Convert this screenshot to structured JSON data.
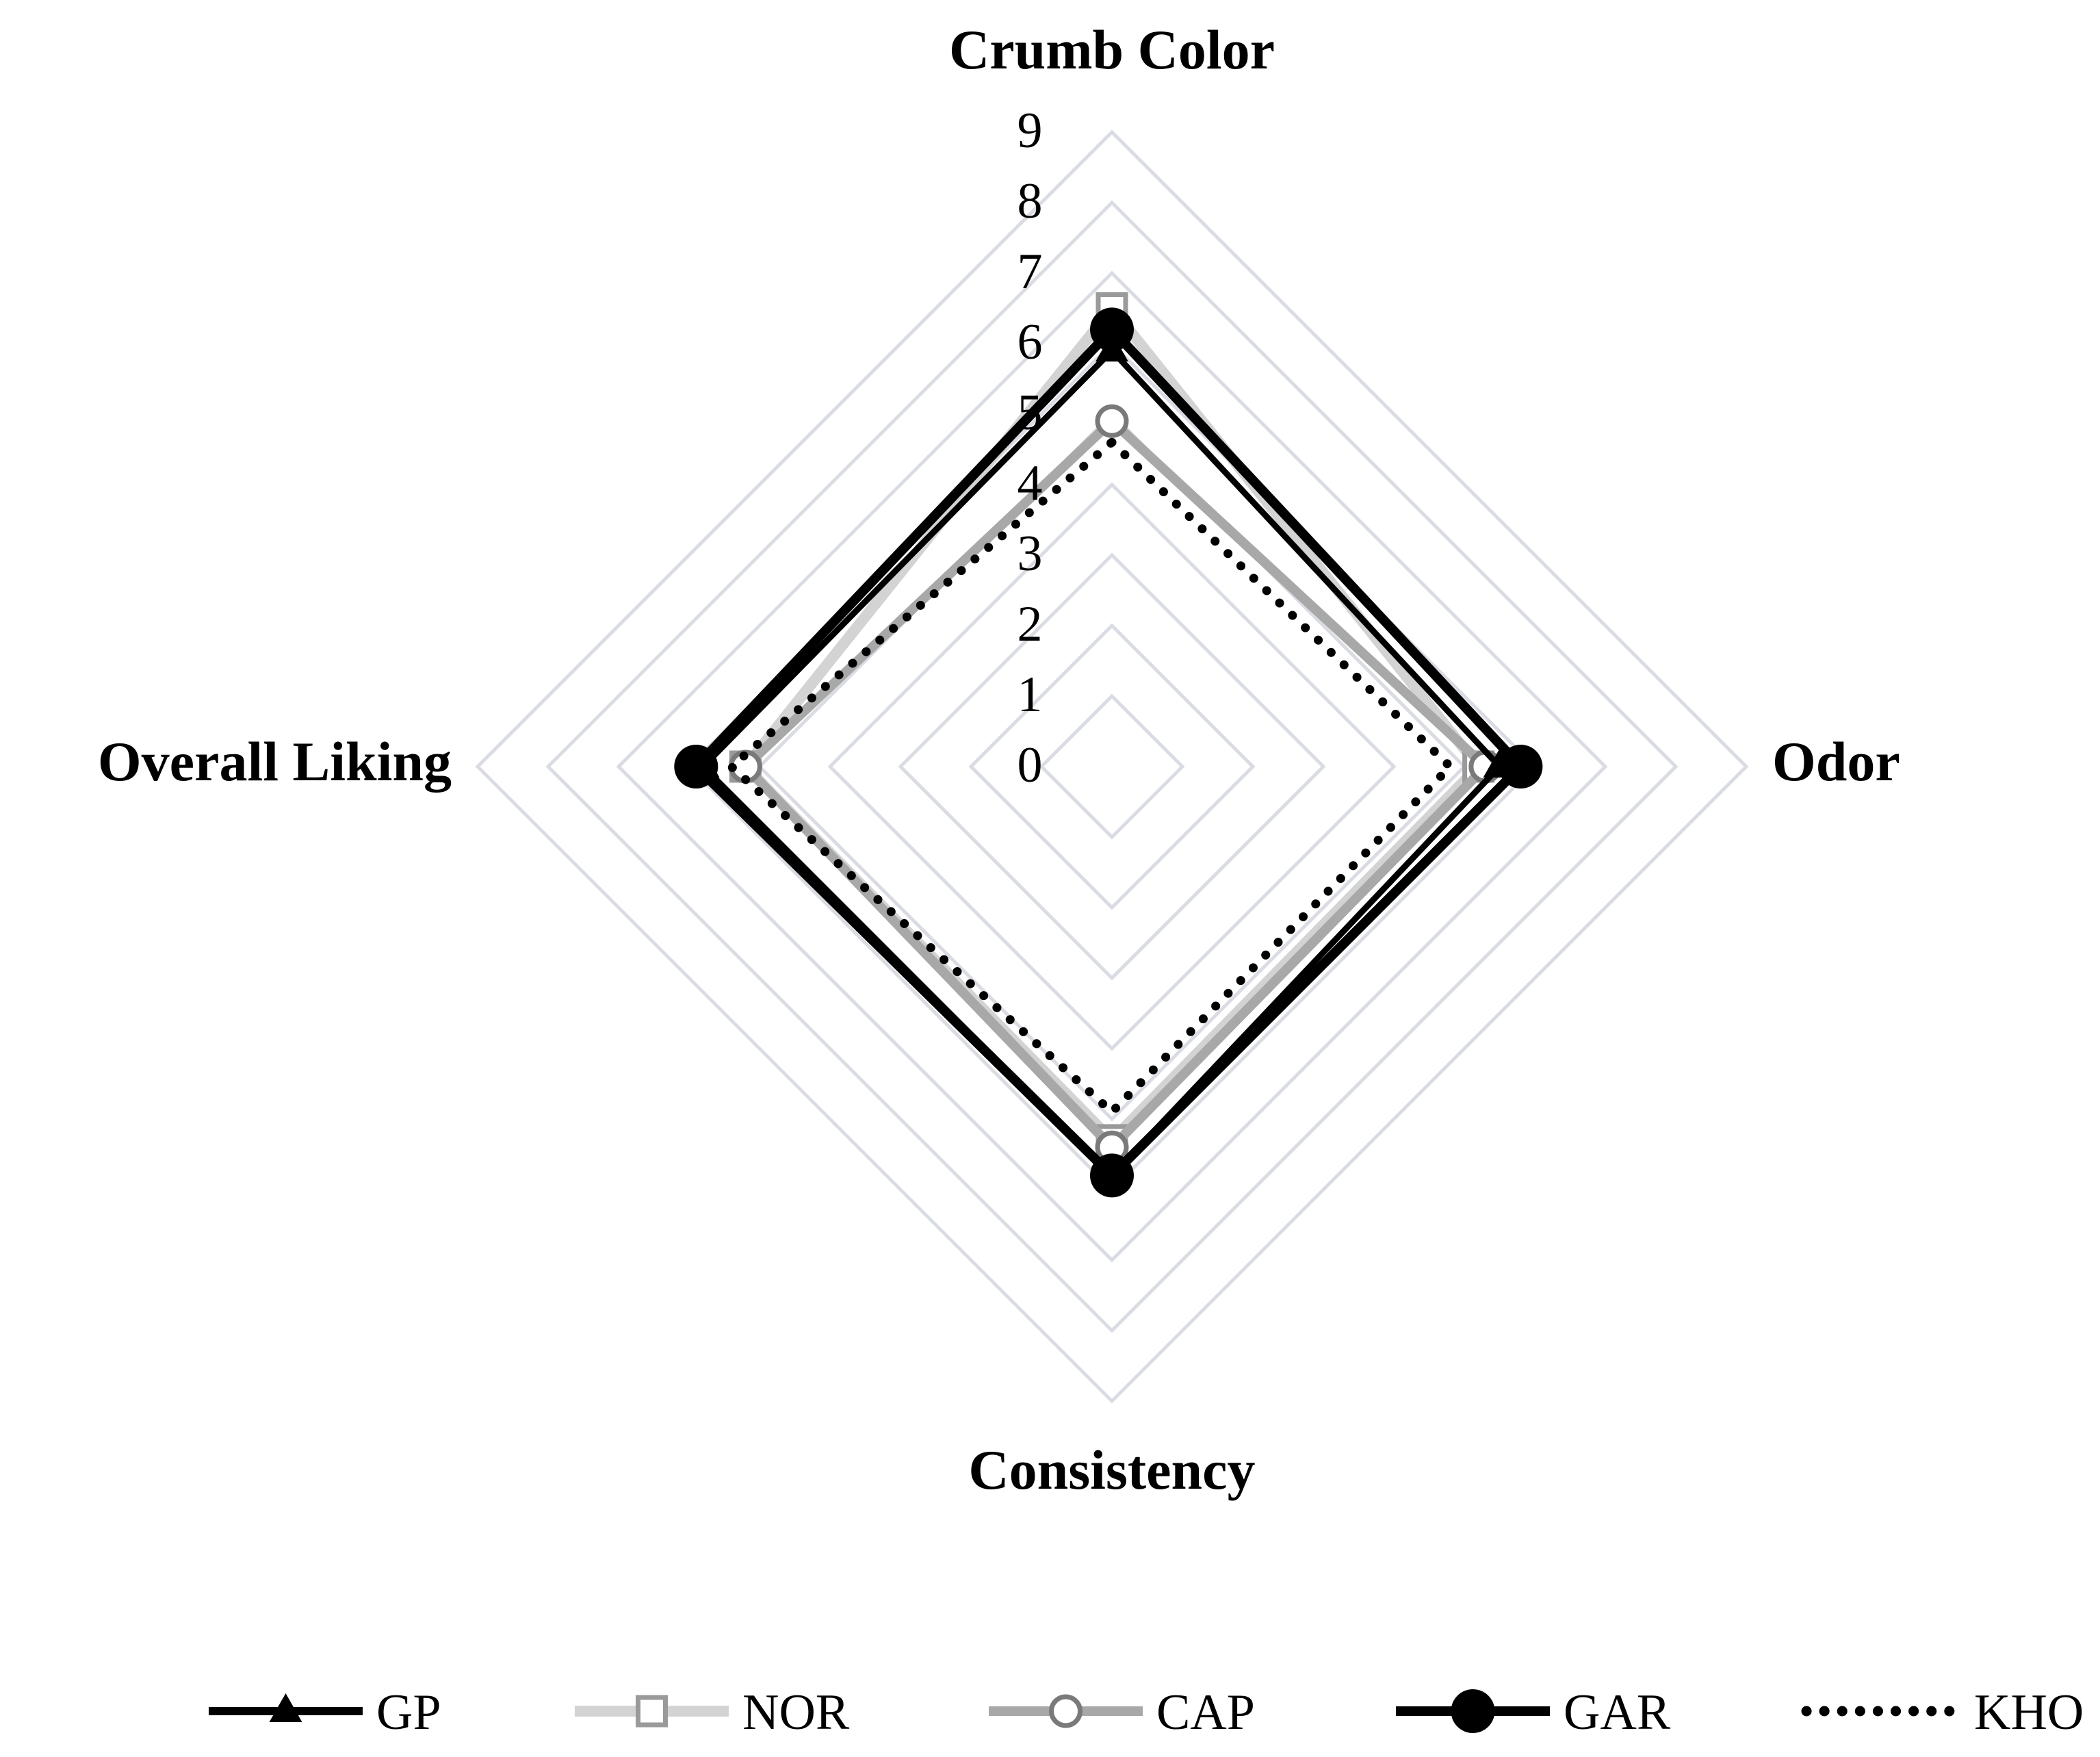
{
  "chart_data": {
    "type": "radar",
    "axes": [
      "Crumb Color",
      "Odor",
      "Consistency",
      "Overall Liking"
    ],
    "r_ticks": [
      "0",
      "1",
      "2",
      "3",
      "4",
      "5",
      "6",
      "7",
      "8",
      "9"
    ],
    "r_range": [
      0,
      9
    ],
    "grid_color": "#d9dce3",
    "grid": true,
    "legend_position": "bottom",
    "series": [
      {
        "name": "GP",
        "values": [
          5.9,
          5.5,
          5.8,
          5.8
        ],
        "color": "#000000",
        "marker": "triangle",
        "line": "solid"
      },
      {
        "name": "NOR",
        "values": [
          6.5,
          5.2,
          5.3,
          5.2
        ],
        "color": "#d3d3d3",
        "marker": "square",
        "line": "solid"
      },
      {
        "name": "CAP",
        "values": [
          4.9,
          5.3,
          5.4,
          5.2
        ],
        "color": "#a8a8a8",
        "marker": "circle-open",
        "line": "solid"
      },
      {
        "name": "GAR",
        "values": [
          6.2,
          5.8,
          5.8,
          5.9
        ],
        "color": "#000000",
        "marker": "circle-filled",
        "line": "solid"
      },
      {
        "name": "KHO",
        "values": [
          4.6,
          4.8,
          4.9,
          5.4
        ],
        "color": "#000000",
        "marker": "none",
        "line": "dotted"
      }
    ]
  }
}
